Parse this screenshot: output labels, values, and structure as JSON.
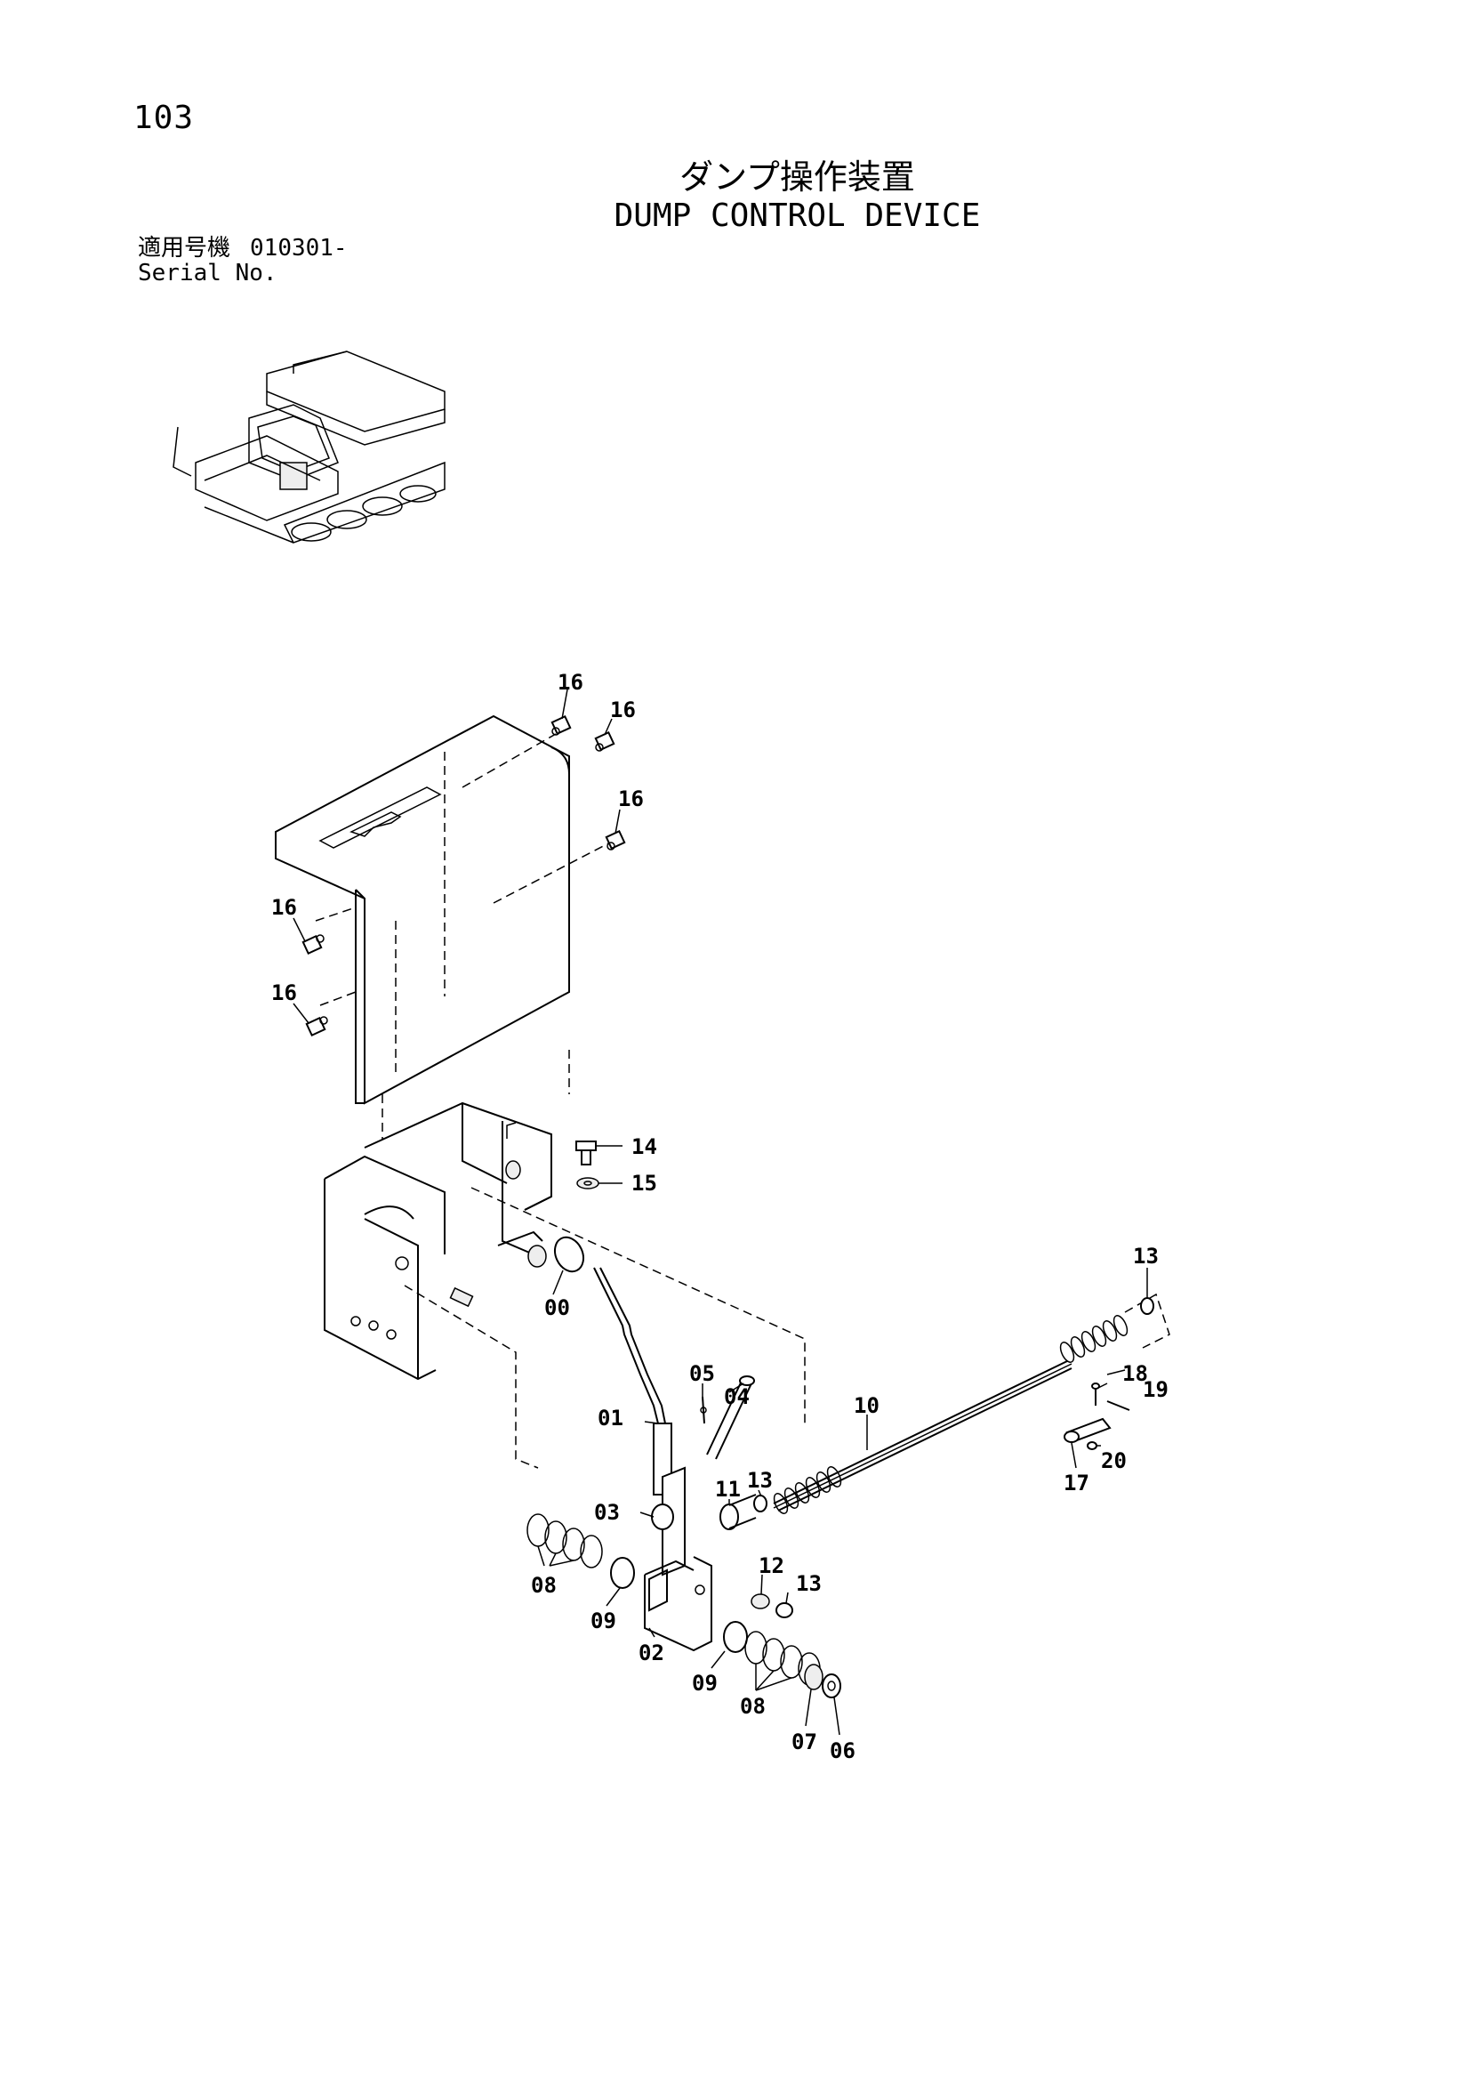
{
  "page": {
    "number": "103",
    "title_jp": "ダンプ操作装置",
    "title_en": "DUMP CONTROL DEVICE",
    "serial_label_jp": "適用号機",
    "serial_value": "010301-",
    "serial_label_en": "Serial No."
  },
  "callouts": [
    "16",
    "16",
    "16",
    "16",
    "16",
    "14",
    "15",
    "00",
    "13",
    "05",
    "04",
    "10",
    "18",
    "19",
    "01",
    "13",
    "11",
    "03",
    "20",
    "17",
    "12",
    "13",
    "08",
    "09",
    "02",
    "09",
    "08",
    "07",
    "06"
  ]
}
